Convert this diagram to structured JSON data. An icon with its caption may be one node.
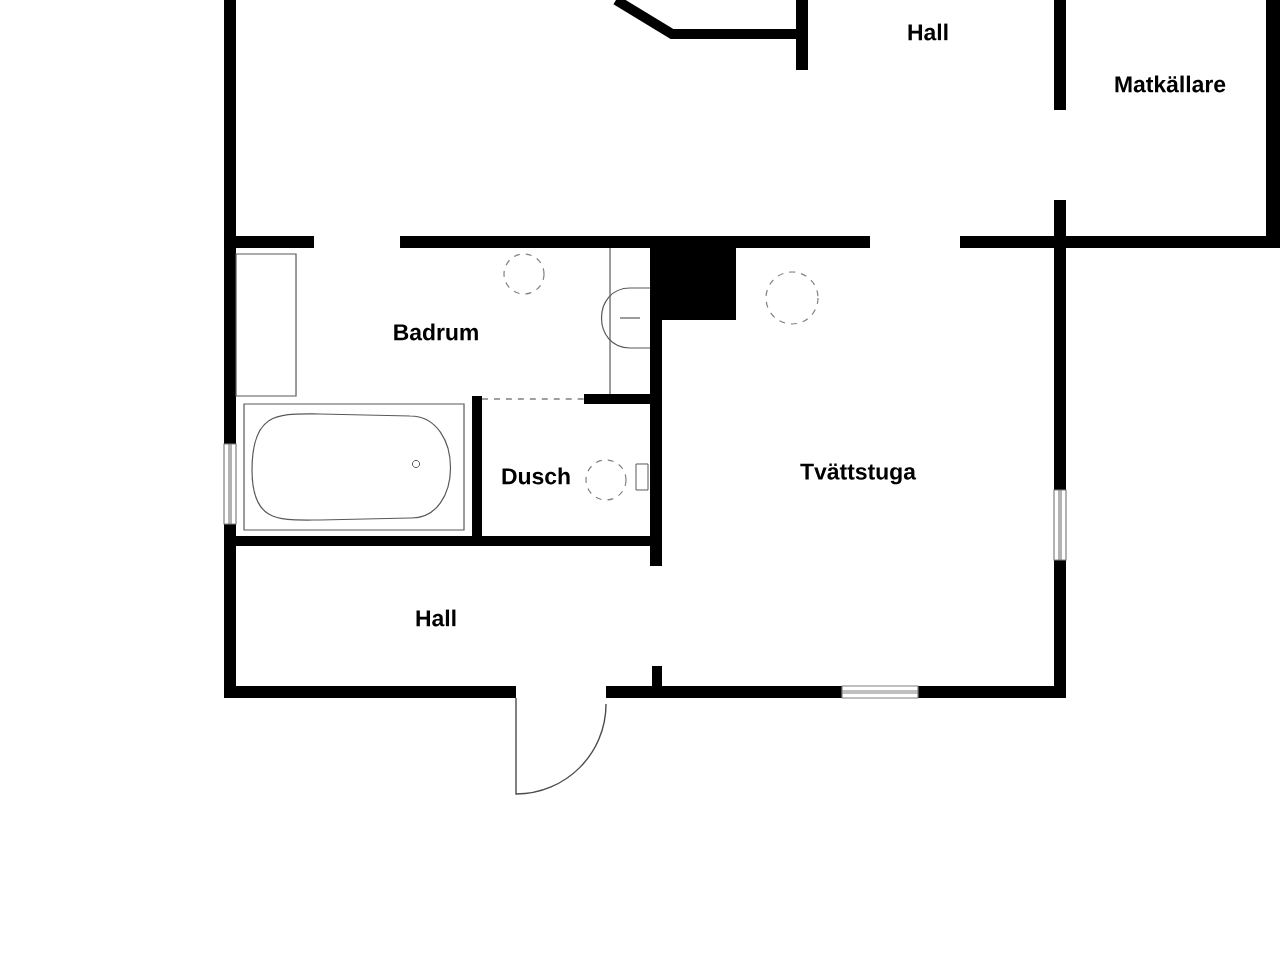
{
  "diagram": {
    "labels": [
      "Hall",
      "Matkällare",
      "Badrum",
      "Dusch",
      "Tvättstuga",
      "Hall"
    ]
  }
}
